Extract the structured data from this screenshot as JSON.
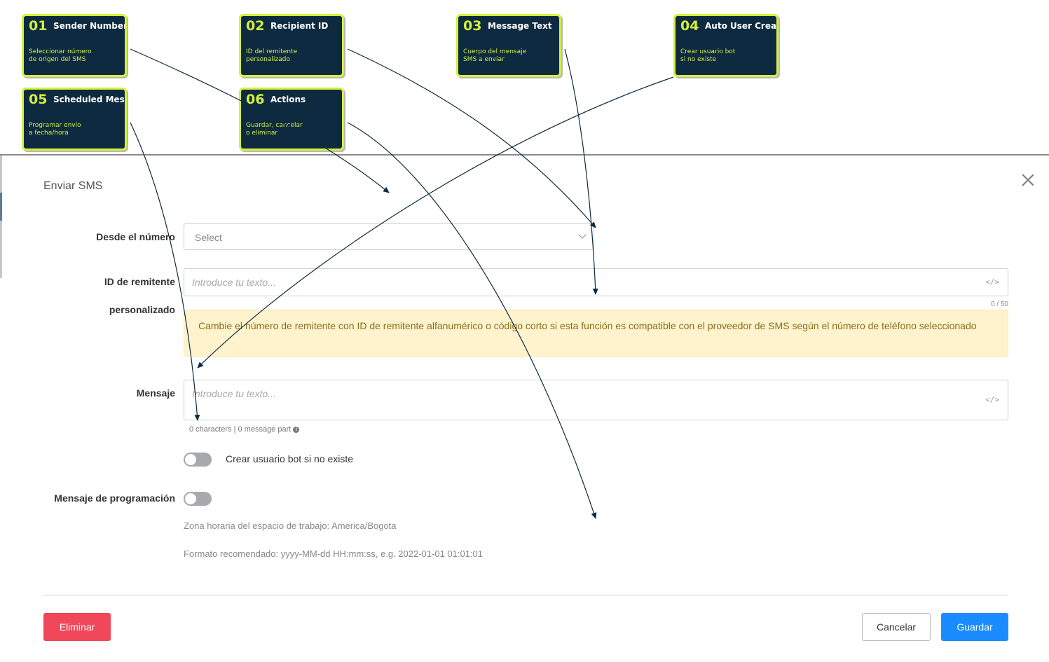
{
  "annotations": [
    {
      "num": "01",
      "title": "Sender Number",
      "desc": "Seleccionar número\nde origen del SMS"
    },
    {
      "num": "02",
      "title": "Recipient ID",
      "desc": "ID del remitente\npersonalizado"
    },
    {
      "num": "03",
      "title": "Message Text",
      "desc": "Cuerpo del mensaje\nSMS a enviar"
    },
    {
      "num": "04",
      "title": "Auto User Create",
      "desc": "Crear usuario bot\nsi no existe"
    },
    {
      "num": "05",
      "title": "Scheduled Message",
      "desc": "Programar envío\na fecha/hora"
    },
    {
      "num": "06",
      "title": "Actions",
      "desc": "Guardar, cancelar\no eliminar"
    }
  ],
  "annotation_colors": {
    "card_bg": "#0d2a40",
    "card_border": "#d4f03c",
    "arrow": "#0d2a40"
  },
  "modal": {
    "title": "Enviar SMS",
    "from_number": {
      "label": "Desde el número",
      "placeholder": "Select"
    },
    "sender_id": {
      "label_line1": "ID de remitente",
      "label_line2": "personalizado",
      "placeholder": "Introduce tu texto...",
      "counter": "0 / 50"
    },
    "warning": "Cambie el número de remitente con ID de remitente alfanumérico o código corto si esta función es compatible con el proveedor de SMS según el número de teléfono seleccionado",
    "message": {
      "label": "Mensaje",
      "placeholder": "Introduce tu texto...",
      "info": "0 characters | 0 message part"
    },
    "create_bot_user": {
      "label": "Crear usuario bot si no existe",
      "enabled": false
    },
    "schedule": {
      "label": "Mensaje de programación",
      "enabled": false,
      "timezone": "Zona horaria del espacio de trabajo: America/Bogota",
      "format": "Formato recomendado: yyyy-MM-dd HH:mm:ss, e.g. 2022-01-01 01:01:01"
    },
    "buttons": {
      "delete": "Eliminar",
      "cancel": "Cancelar",
      "save": "Guardar"
    }
  },
  "colors": {
    "danger": "#f0475a",
    "primary": "#1a8cff",
    "warning_bg": "#fff3cd",
    "warning_text": "#8a6d1b"
  }
}
